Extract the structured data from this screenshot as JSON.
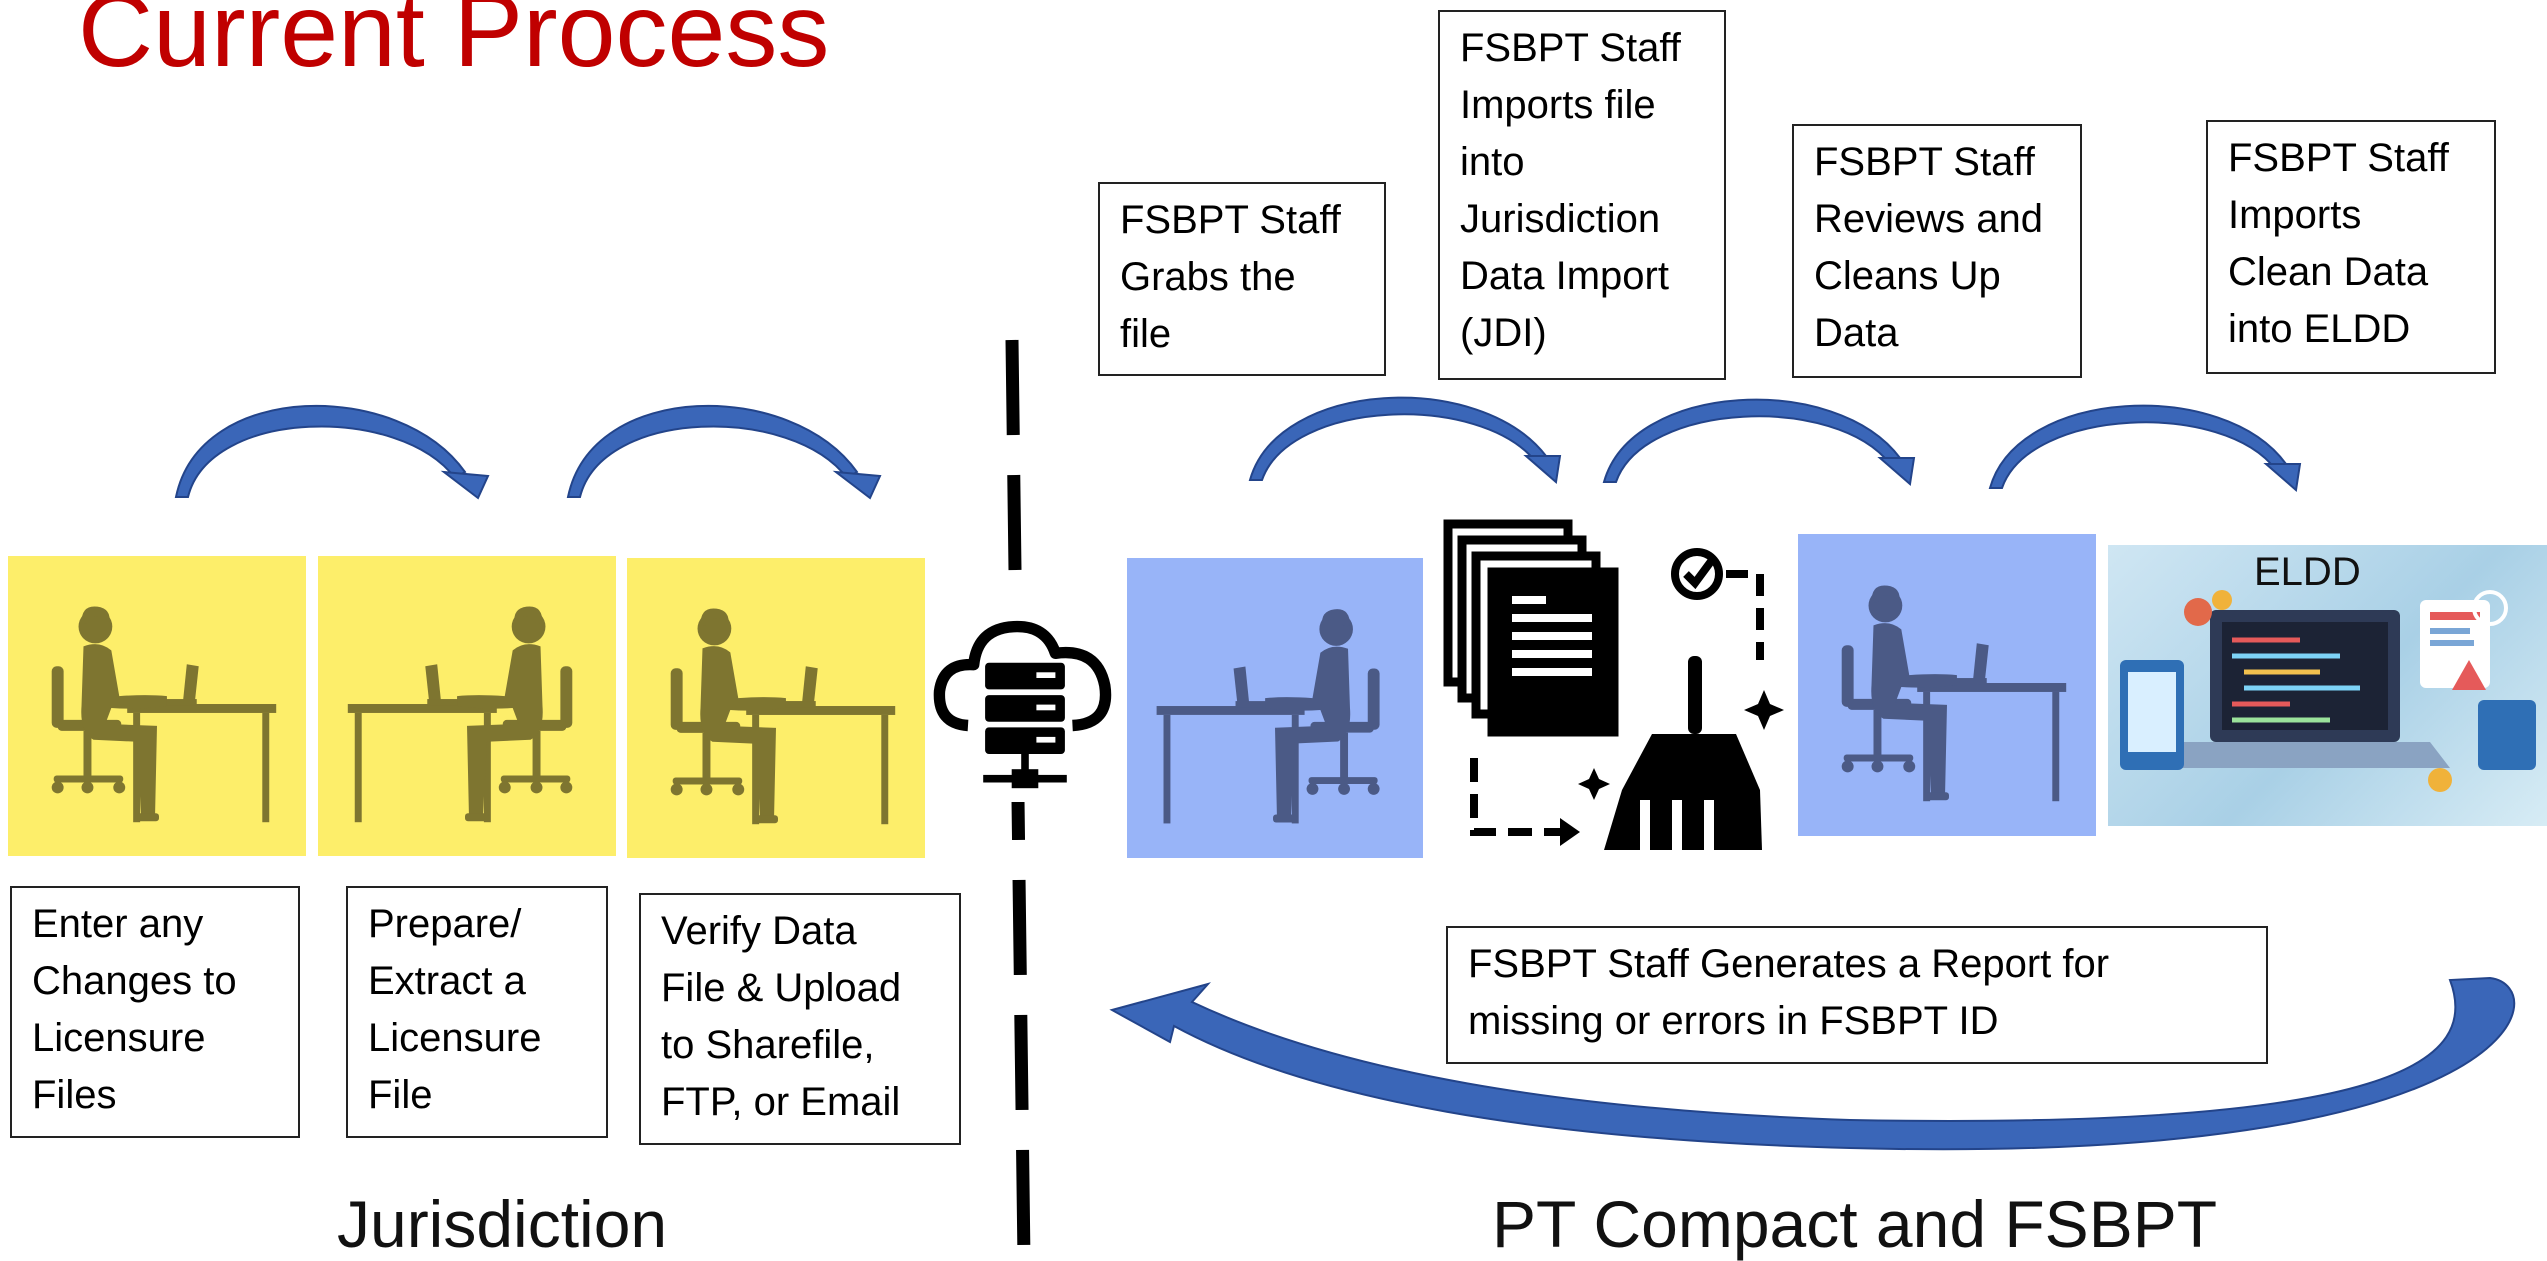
{
  "title": "Current Process",
  "sections": {
    "left": "Jurisdiction",
    "right": "PT Compact and FSBPT"
  },
  "steps": {
    "enter": [
      "Enter any",
      "Changes to",
      "Licensure",
      "Files"
    ],
    "prepare": [
      "Prepare/",
      "Extract a",
      "Licensure",
      "File"
    ],
    "verify": [
      "Verify Data",
      "File & Upload",
      "to Sharefile,",
      "FTP, or Email"
    ],
    "grab": [
      "FSBPT Staff",
      "Grabs the",
      "file"
    ],
    "import_jdi": [
      "FSBPT Staff",
      "Imports file",
      "into",
      "Jurisdiction",
      "Data Import",
      "(JDI)"
    ],
    "review": [
      "FSBPT Staff",
      "Reviews and",
      "Cleans Up",
      "Data"
    ],
    "import_eldd": [
      "FSBPT Staff",
      "Imports",
      "Clean Data",
      "into ELDD"
    ],
    "report": [
      "FSBPT Staff Generates a Report for",
      "missing or errors in FSBPT ID"
    ]
  },
  "eldd_label": "ELDD",
  "colors": {
    "title": "#c00000",
    "jurisdiction_panel": "#fdee6a",
    "fsbpt_panel": "#98b4f8",
    "arrow": "#3a66b8",
    "person_jurisdiction": "#7e7530",
    "person_fsbpt": "#4b5a86"
  },
  "icons": [
    "person-at-laptop-icon",
    "cloud-server-icon",
    "documents-icon",
    "broom-icon",
    "checkmark-icon",
    "technology-illustration"
  ]
}
